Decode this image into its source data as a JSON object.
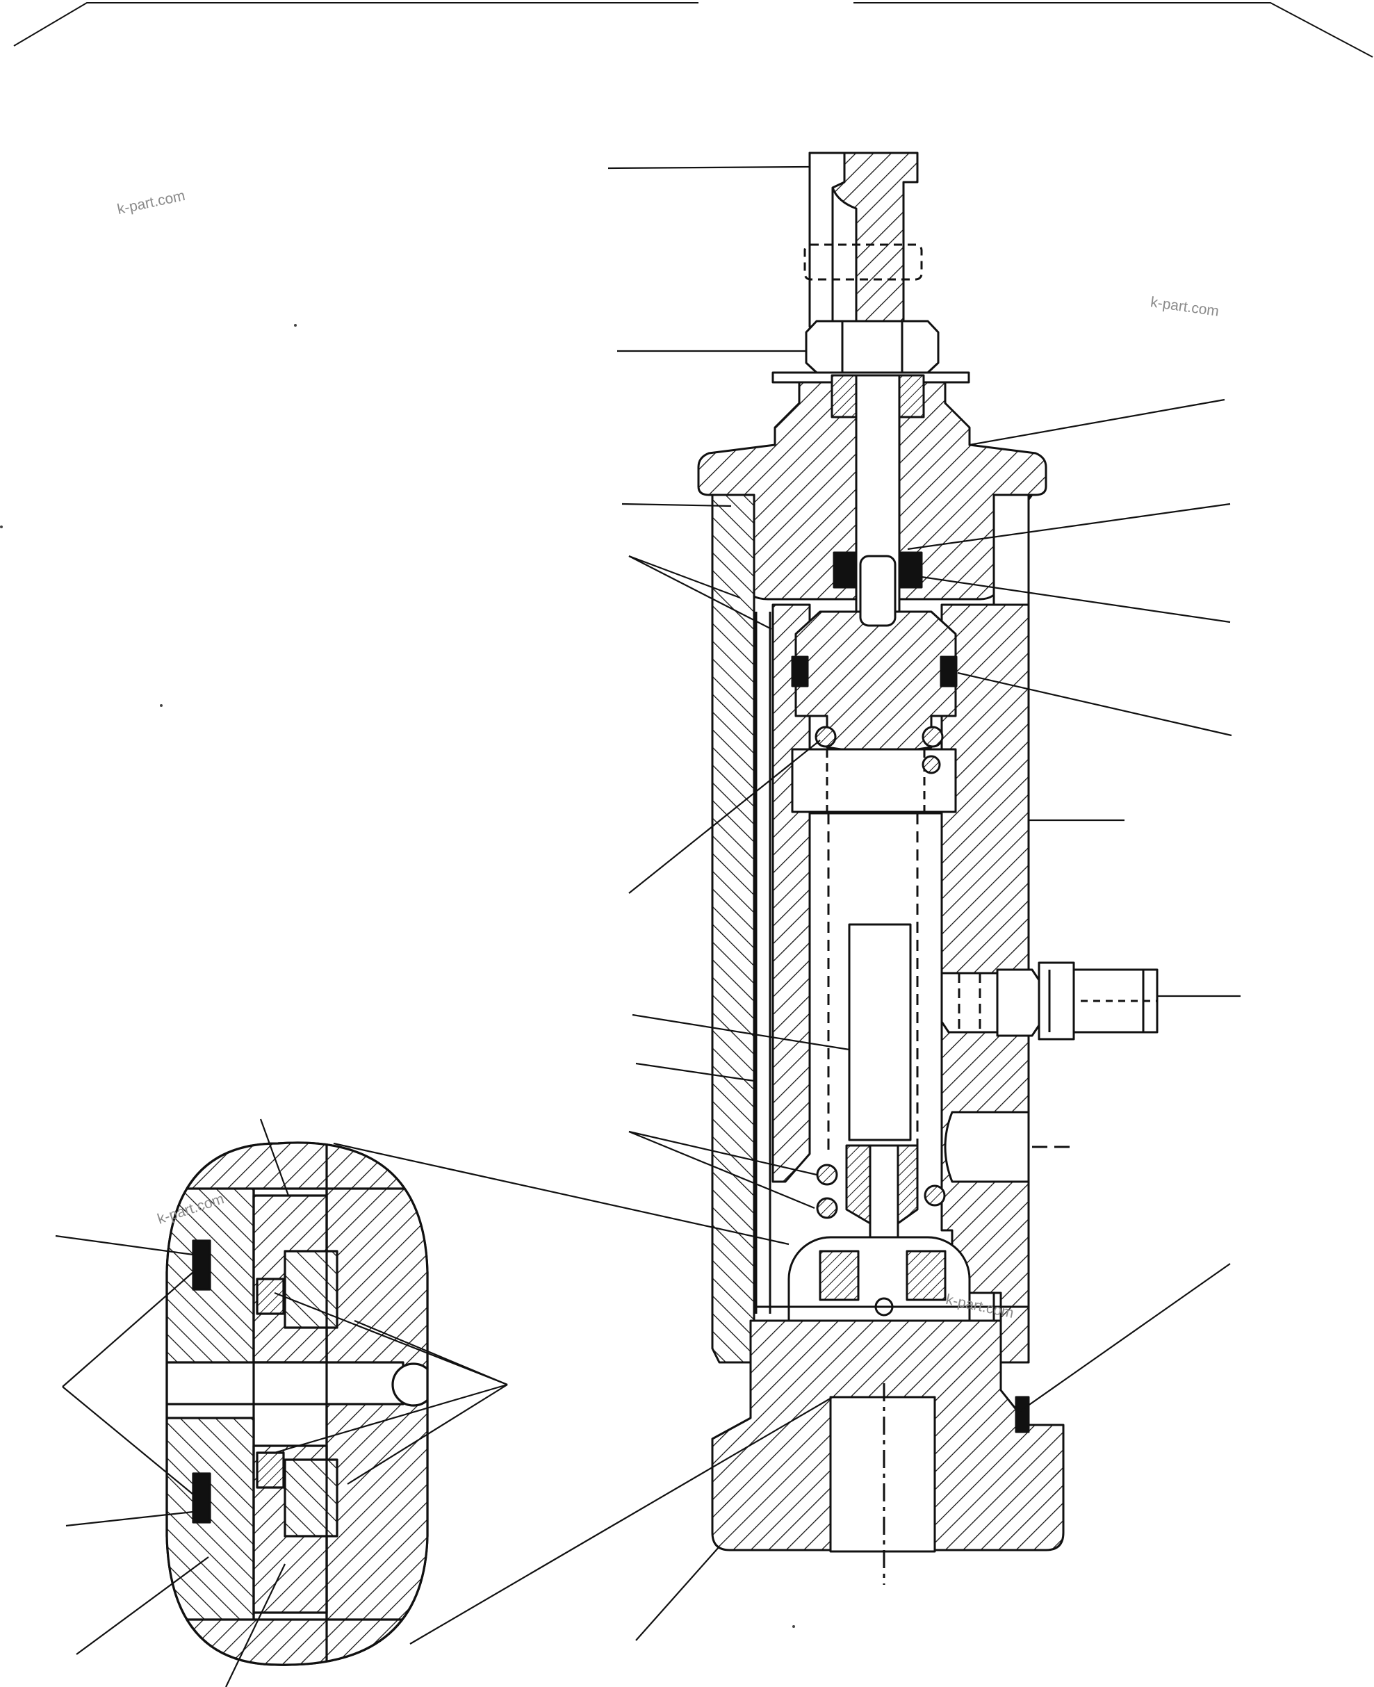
{
  "watermarks": [
    "k-part.com",
    "k-part.com",
    "k-part.com",
    "k-part.com"
  ],
  "colors": {
    "line": "#111111",
    "background": "#ffffff",
    "watermark": "#8a8a8a"
  }
}
